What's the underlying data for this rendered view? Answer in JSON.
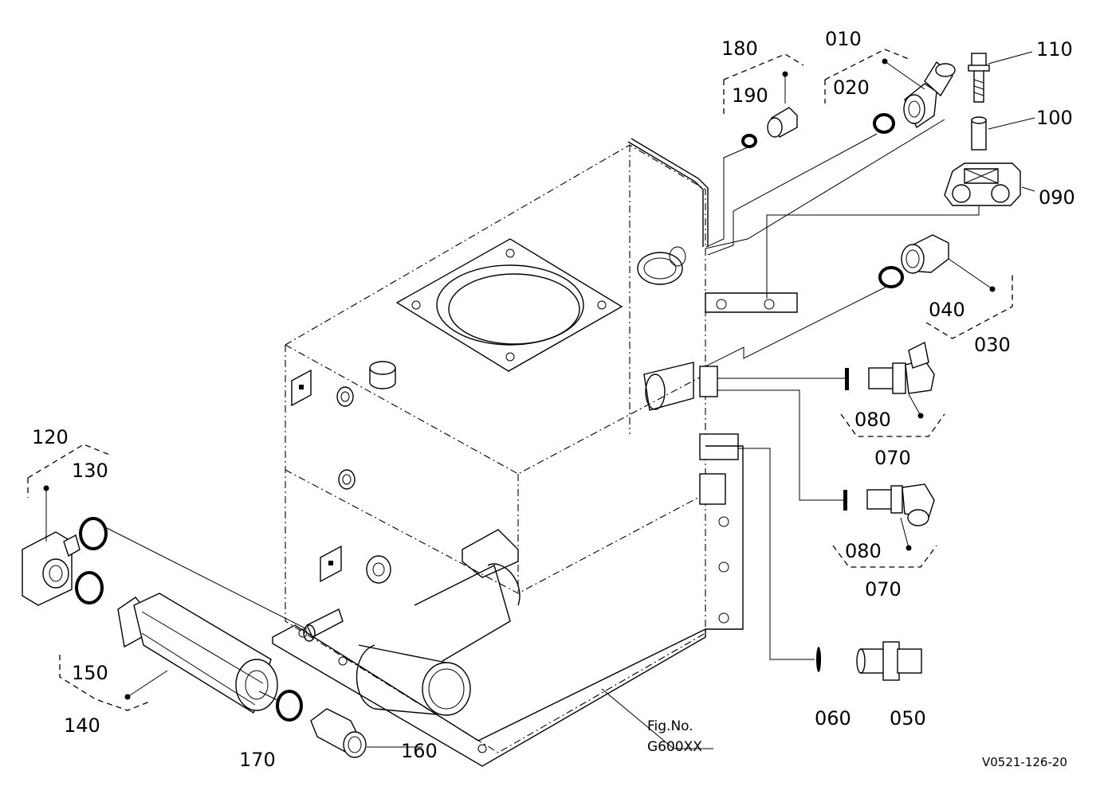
{
  "figure": {
    "fig_no_label": "Fig.No.",
    "fig_no_value": "G600XX",
    "document_id": "V0521-126-20"
  },
  "callouts": {
    "c010": "010",
    "c020": "020",
    "c030": "030",
    "c040": "040",
    "c050": "050",
    "c060": "060",
    "c070a": "070",
    "c070b": "070",
    "c080a": "080",
    "c080b": "080",
    "c090": "090",
    "c100": "100",
    "c110": "110",
    "c120": "120",
    "c130": "130",
    "c140": "140",
    "c150": "150",
    "c160": "160",
    "c170": "170",
    "c180": "180",
    "c190": "190"
  }
}
